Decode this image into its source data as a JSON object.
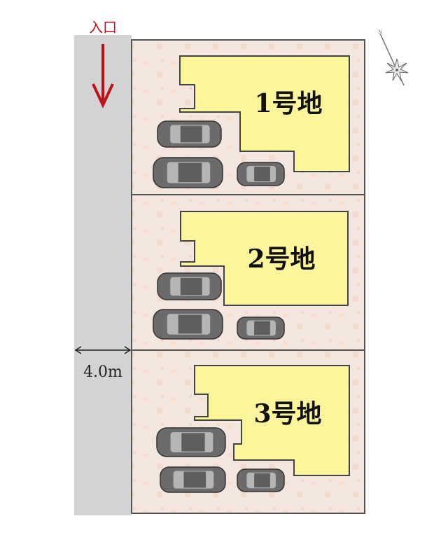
{
  "entrance_label": "入口",
  "road_width_label": "4.0m",
  "lots": [
    {
      "label": "1号地"
    },
    {
      "label": "2号地"
    },
    {
      "label": "3号地"
    }
  ],
  "colors": {
    "road": "#d3d3d3",
    "lot": "#f3e6de",
    "building": "#fbf59c",
    "arrow": "#c0111b",
    "car": "#6b6b6b"
  },
  "icons": [
    "compass-icon",
    "entrance-arrow-icon",
    "car-icon"
  ]
}
